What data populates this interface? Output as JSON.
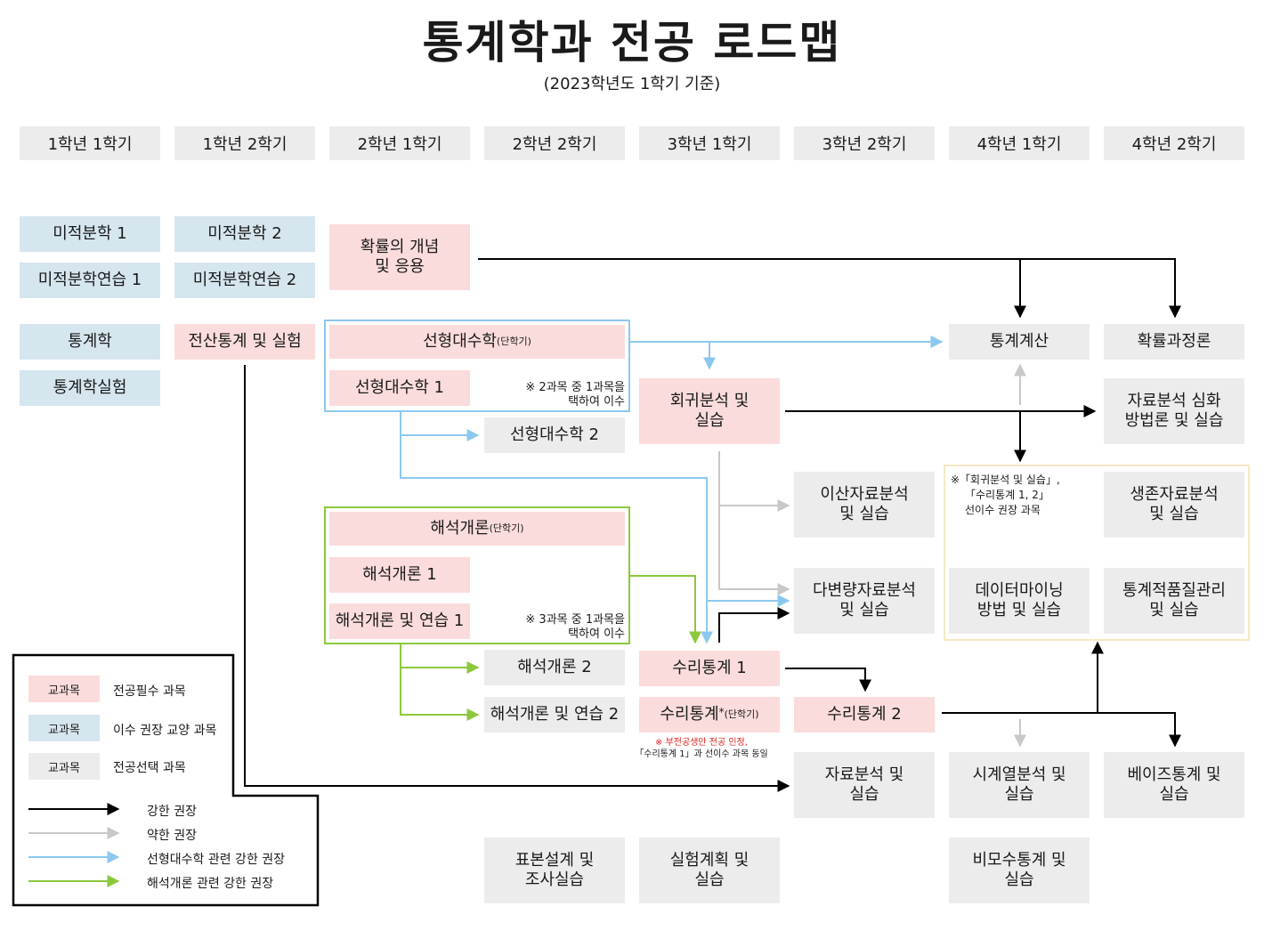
{
  "title": "통계학과 전공 로드맵",
  "subtitle": "(2023학년도 1학기 기준)",
  "semesters": [
    "1학년 1학기",
    "1학년 2학기",
    "2학년 1학기",
    "2학년 2학기",
    "3학년 1학기",
    "3학년 2학기",
    "4학년 1학기",
    "4학년 2학기"
  ],
  "courses": {
    "calc1": "미적분학 1",
    "calc2": "미적분학 2",
    "calc_ex1": "미적분학연습 1",
    "calc_ex2": "미적분학연습 2",
    "stats": "통계학",
    "stats_lab": "통계학실험",
    "comp_stats": "전산통계 및 실험",
    "prob_l1": "확률의 개념",
    "prob_l2": "및 응용",
    "linalg": "선형대수학",
    "linalg_tag": "(단학기)",
    "linalg1": "선형대수학 1",
    "linalg2": "선형대수학 2",
    "analysis": "해석개론",
    "analysis_tag": "(단학기)",
    "analysis1": "해석개론 1",
    "analysis_ex1": "해석개론 및 연습 1",
    "analysis2": "해석개론 2",
    "analysis_ex2": "해석개론 및 연습 2",
    "regression_l1": "회귀분석 및",
    "regression_l2": "실습",
    "math_stats1": "수리통계 1",
    "math_stats_star": "수리통계",
    "math_stats_star_mark": "*",
    "math_stats_star_tag": "(단학기)",
    "math_stats2": "수리통계 2",
    "stat_comp": "통계계산",
    "stoch": "확률과정론",
    "adv_method_l1": "자료분석 심화",
    "adv_method_l2": "방법론 및 실습",
    "discrete_l1": "이산자료분석",
    "discrete_l2": "및 실습",
    "multivar_l1": "다변량자료분석",
    "multivar_l2": "및 실습",
    "survival_l1": "생존자료분석",
    "survival_l2": "및 실습",
    "datamining_l1": "데이터마이닝",
    "datamining_l2": "방법 및 실습",
    "quality_l1": "통계적품질관리",
    "quality_l2": "및 실습",
    "data_analysis_l1": "자료분석 및",
    "data_analysis_l2": "실습",
    "timeseries_l1": "시계열분석 및",
    "timeseries_l2": "실습",
    "bayes_l1": "베이즈통계 및",
    "bayes_l2": "실습",
    "sampling_l1": "표본설계 및",
    "sampling_l2": "조사실습",
    "experiment_l1": "실험계획 및",
    "experiment_l2": "실습",
    "nonparam_l1": "비모수통계 및",
    "nonparam_l2": "실습"
  },
  "notes": {
    "linalg_l1": "※ 2과목 중 1과목을",
    "linalg_l2": "택하여 이수",
    "analysis_l1": "※ 3과목 중 1과목을",
    "analysis_l2": "택하여 이수",
    "ms_red": "※ 부전공생만 전공 인정,",
    "ms_l2": "「수리통계 1」과 선이수 과목 동일",
    "reg_l1": "※「회귀분석 및 실습」,",
    "reg_l2": "「수리통계 1, 2」",
    "reg_l3": "선이수 권장 과목"
  },
  "legend": {
    "swatch": "교과목",
    "required": "전공필수 과목",
    "recommended_general": "이수 권장 교양 과목",
    "elective": "전공선택 과목",
    "strong": "강한 권장",
    "weak": "약한 권장",
    "linalg_strong": "선형대수학 관련 강한 권장",
    "analysis_strong": "해석개론 관련 강한 권장"
  },
  "colors": {
    "required": "#fbdcdc",
    "general": "#d6e6ef",
    "elective": "#ececec",
    "strong_arrow": "#000000",
    "weak_arrow": "#c8c8c8",
    "linalg_arrow": "#8cc8ee",
    "analysis_arrow": "#8cc83c"
  }
}
